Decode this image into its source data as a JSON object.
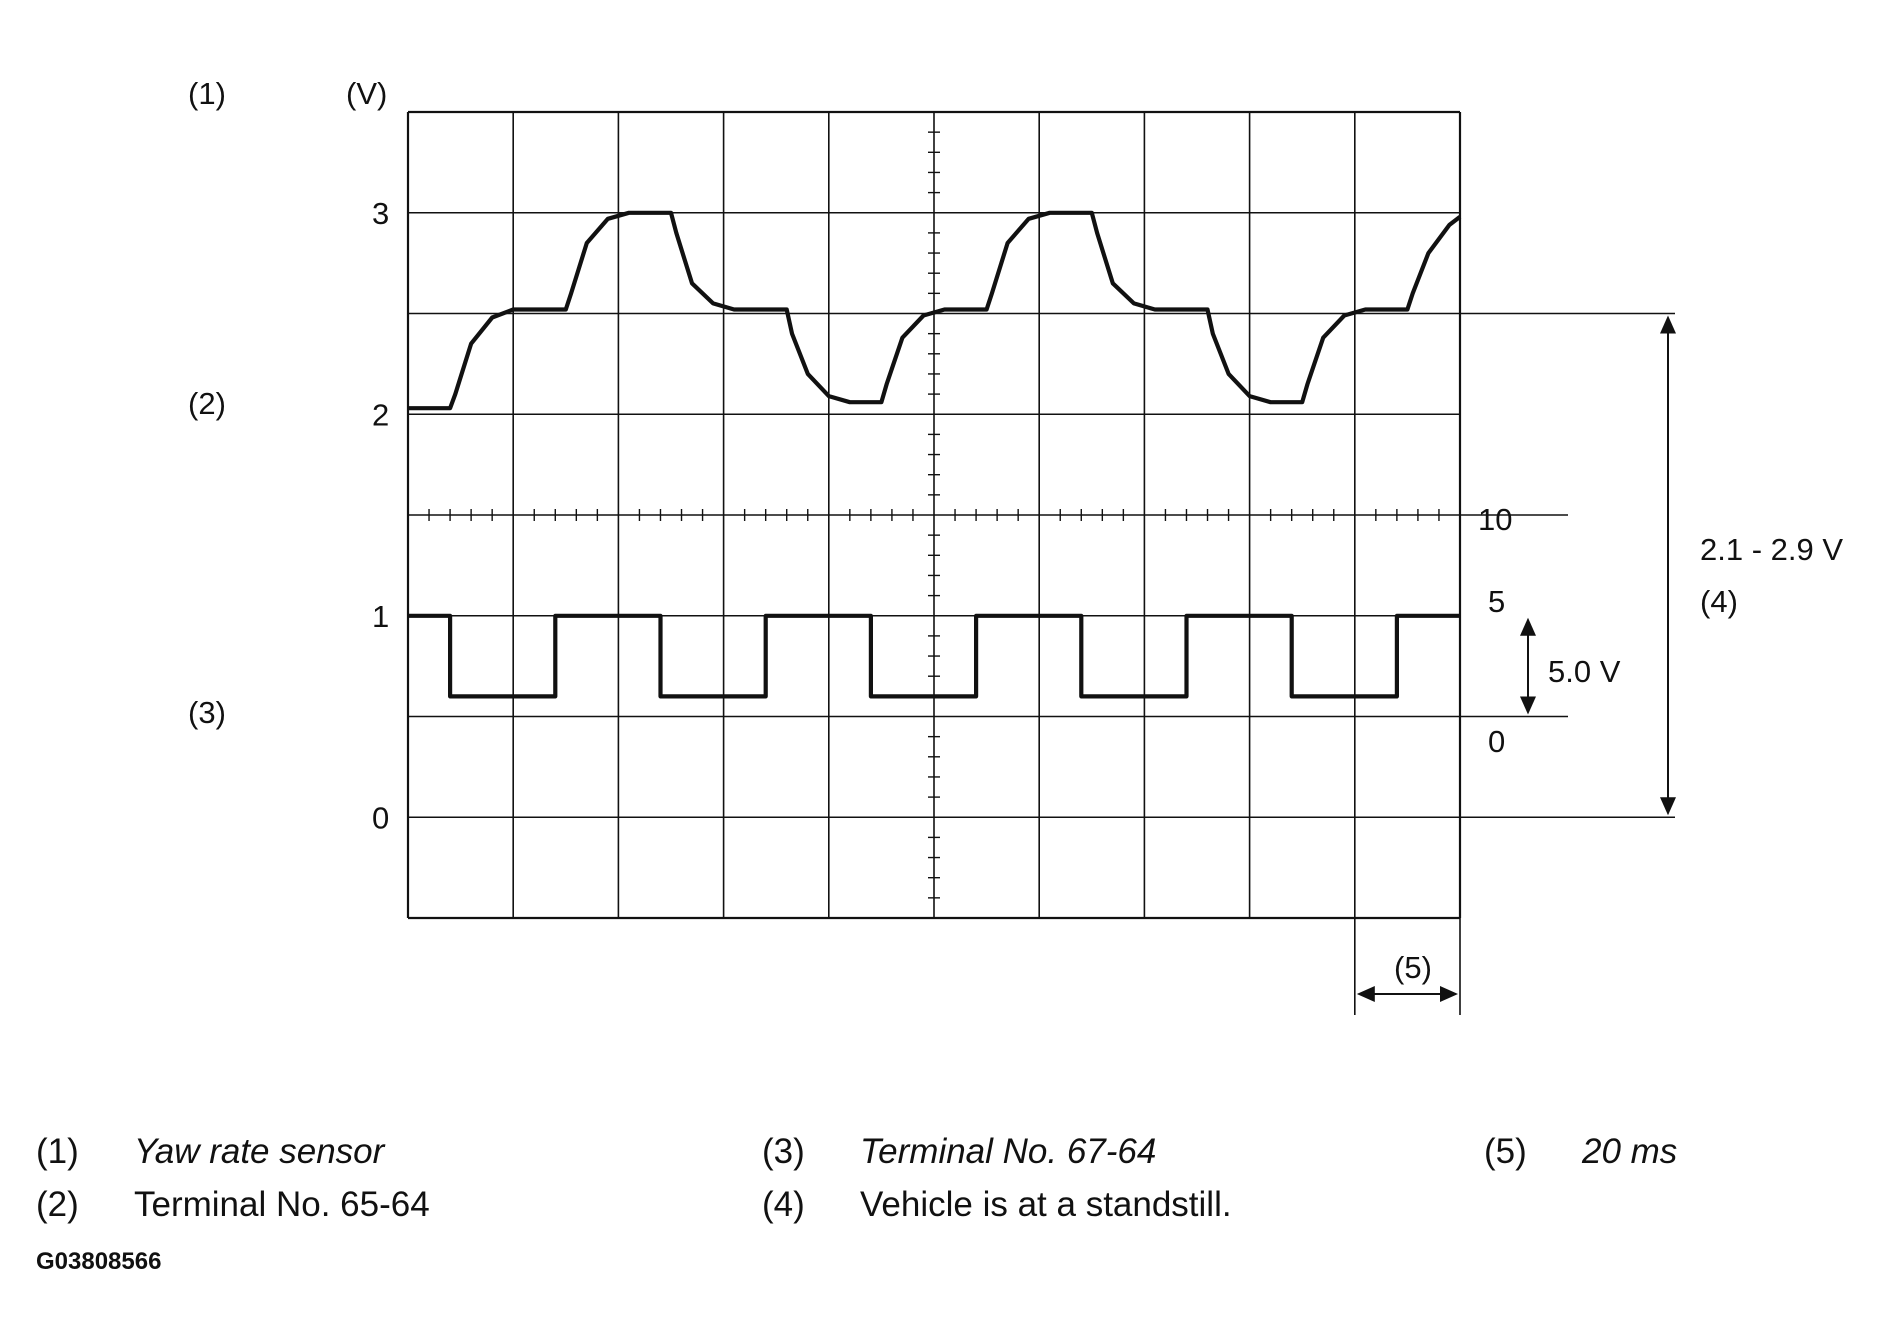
{
  "figure": {
    "markers": {
      "m1": "(1)",
      "m2": "(2)",
      "m3": "(3)",
      "m4": "(4)",
      "m5": "(5)",
      "unit": "(V)"
    },
    "right_scale": [
      "10",
      "5",
      "0"
    ],
    "annotations": {
      "range": "2.1 - 2.9 V",
      "pulse": "5.0 V"
    }
  },
  "legend": [
    {
      "num": "(1)",
      "text": "Yaw rate sensor",
      "italic": true
    },
    {
      "num": "(2)",
      "text": "Terminal No. 65-64",
      "italic": false
    },
    {
      "num": "(3)",
      "text": "Terminal No. 67-64",
      "italic": true
    },
    {
      "num": "(4)",
      "text": "Vehicle is at a standstill.",
      "italic": false
    },
    {
      "num": "(5)",
      "text": "20 ms",
      "italic": true
    }
  ],
  "code": "G03808566",
  "chart_data": {
    "type": "line",
    "ylabel": "(V)",
    "yticks": [
      "3",
      "2",
      "1",
      "0"
    ],
    "ylim": [
      -0.5,
      3.5
    ],
    "xlim": [
      0,
      100
    ],
    "x_division": "20 ms",
    "grid": true,
    "series": [
      {
        "name": "Terminal No. 65-64",
        "points": [
          [
            0,
            2.03
          ],
          [
            4,
            2.03
          ],
          [
            4.5,
            2.1
          ],
          [
            6,
            2.35
          ],
          [
            8,
            2.48
          ],
          [
            10,
            2.52
          ],
          [
            15,
            2.52
          ],
          [
            15.5,
            2.6
          ],
          [
            17,
            2.85
          ],
          [
            19,
            2.97
          ],
          [
            21,
            3.0
          ],
          [
            25,
            3.0
          ],
          [
            25.5,
            2.9
          ],
          [
            27,
            2.65
          ],
          [
            29,
            2.55
          ],
          [
            31,
            2.52
          ],
          [
            36,
            2.52
          ],
          [
            36.5,
            2.4
          ],
          [
            38,
            2.2
          ],
          [
            40,
            2.09
          ],
          [
            42,
            2.06
          ],
          [
            45,
            2.06
          ],
          [
            45.5,
            2.15
          ],
          [
            47,
            2.38
          ],
          [
            49,
            2.49
          ],
          [
            51,
            2.52
          ],
          [
            55,
            2.52
          ],
          [
            55.5,
            2.6
          ],
          [
            57,
            2.85
          ],
          [
            59,
            2.97
          ],
          [
            61,
            3.0
          ],
          [
            65,
            3.0
          ],
          [
            65.5,
            2.9
          ],
          [
            67,
            2.65
          ],
          [
            69,
            2.55
          ],
          [
            71,
            2.52
          ],
          [
            76,
            2.52
          ],
          [
            76.5,
            2.4
          ],
          [
            78,
            2.2
          ],
          [
            80,
            2.09
          ],
          [
            82,
            2.06
          ],
          [
            85,
            2.06
          ],
          [
            85.5,
            2.15
          ],
          [
            87,
            2.38
          ],
          [
            89,
            2.49
          ],
          [
            91,
            2.52
          ],
          [
            95,
            2.52
          ],
          [
            95.5,
            2.6
          ],
          [
            97,
            2.8
          ],
          [
            99,
            2.94
          ],
          [
            100,
            2.98
          ]
        ]
      },
      {
        "name": "Terminal No. 67-64",
        "points": [
          [
            0,
            1.0
          ],
          [
            4,
            1.0
          ],
          [
            4,
            0.6
          ],
          [
            14,
            0.6
          ],
          [
            14,
            1.0
          ],
          [
            24,
            1.0
          ],
          [
            24,
            0.6
          ],
          [
            34,
            0.6
          ],
          [
            34,
            1.0
          ],
          [
            44,
            1.0
          ],
          [
            44,
            0.6
          ],
          [
            54,
            0.6
          ],
          [
            54,
            1.0
          ],
          [
            64,
            1.0
          ],
          [
            64,
            0.6
          ],
          [
            74,
            0.6
          ],
          [
            74,
            1.0
          ],
          [
            84,
            1.0
          ],
          [
            84,
            0.6
          ],
          [
            94,
            0.6
          ],
          [
            94,
            1.0
          ],
          [
            100,
            1.0
          ]
        ]
      }
    ]
  }
}
